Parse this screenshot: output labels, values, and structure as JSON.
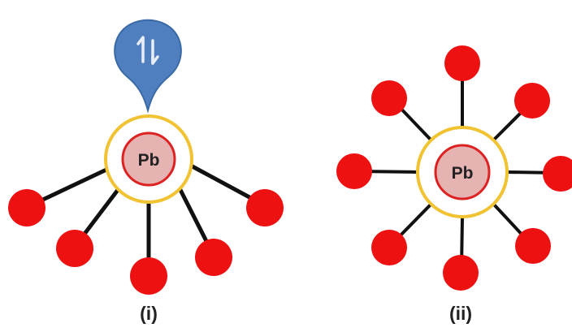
{
  "colors": {
    "ligand": "#ee1111",
    "bond": "#111111",
    "coordination_sphere": "#f1c232",
    "lead_fill": "#e6b3b3",
    "lead_ring": "#dd2222",
    "pin_fill": "#4f7fbf",
    "pin_stroke": "#3a6aa5",
    "pin_symbol": "#e8eef8"
  },
  "pin_icon": "up-down-arrows-icon",
  "panel_i": {
    "center_label": "Pb",
    "caption": "(i)",
    "ligand_count": 5
  },
  "panel_ii": {
    "center_label": "Pb",
    "caption": "(ii)",
    "ligand_count": 8
  }
}
